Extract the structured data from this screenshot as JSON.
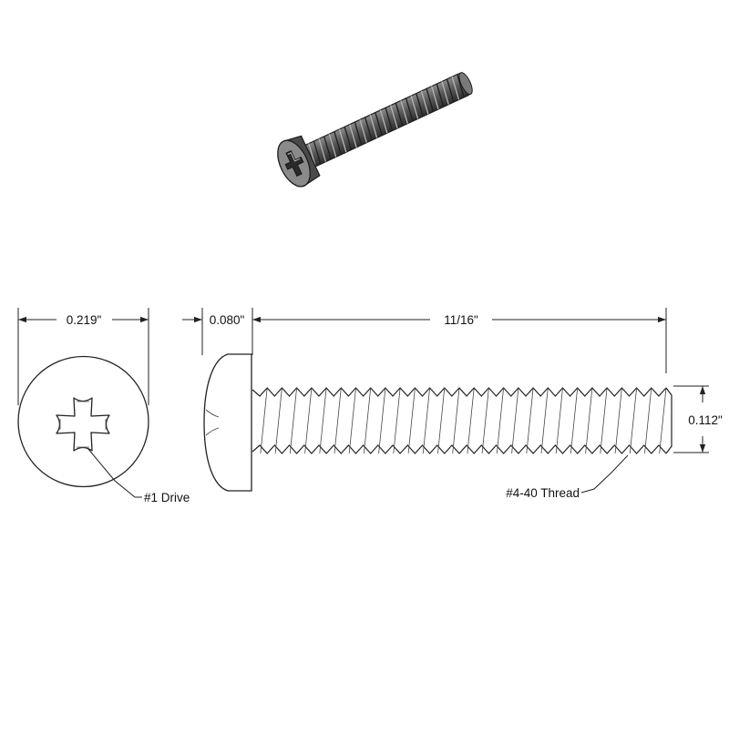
{
  "dimensions": {
    "head_diameter": "0.219\"",
    "head_height": "0.080\"",
    "length": "11/16\"",
    "thread_diameter": "0.112\""
  },
  "callouts": {
    "drive": "#1 Drive",
    "thread": "#4-40 Thread"
  },
  "colors": {
    "line": "#222222",
    "part_fill": "#ffffff",
    "iso_dark": "#3a3a3a",
    "iso_mid": "#6b6b6b",
    "iso_light": "#a8a8a8"
  }
}
